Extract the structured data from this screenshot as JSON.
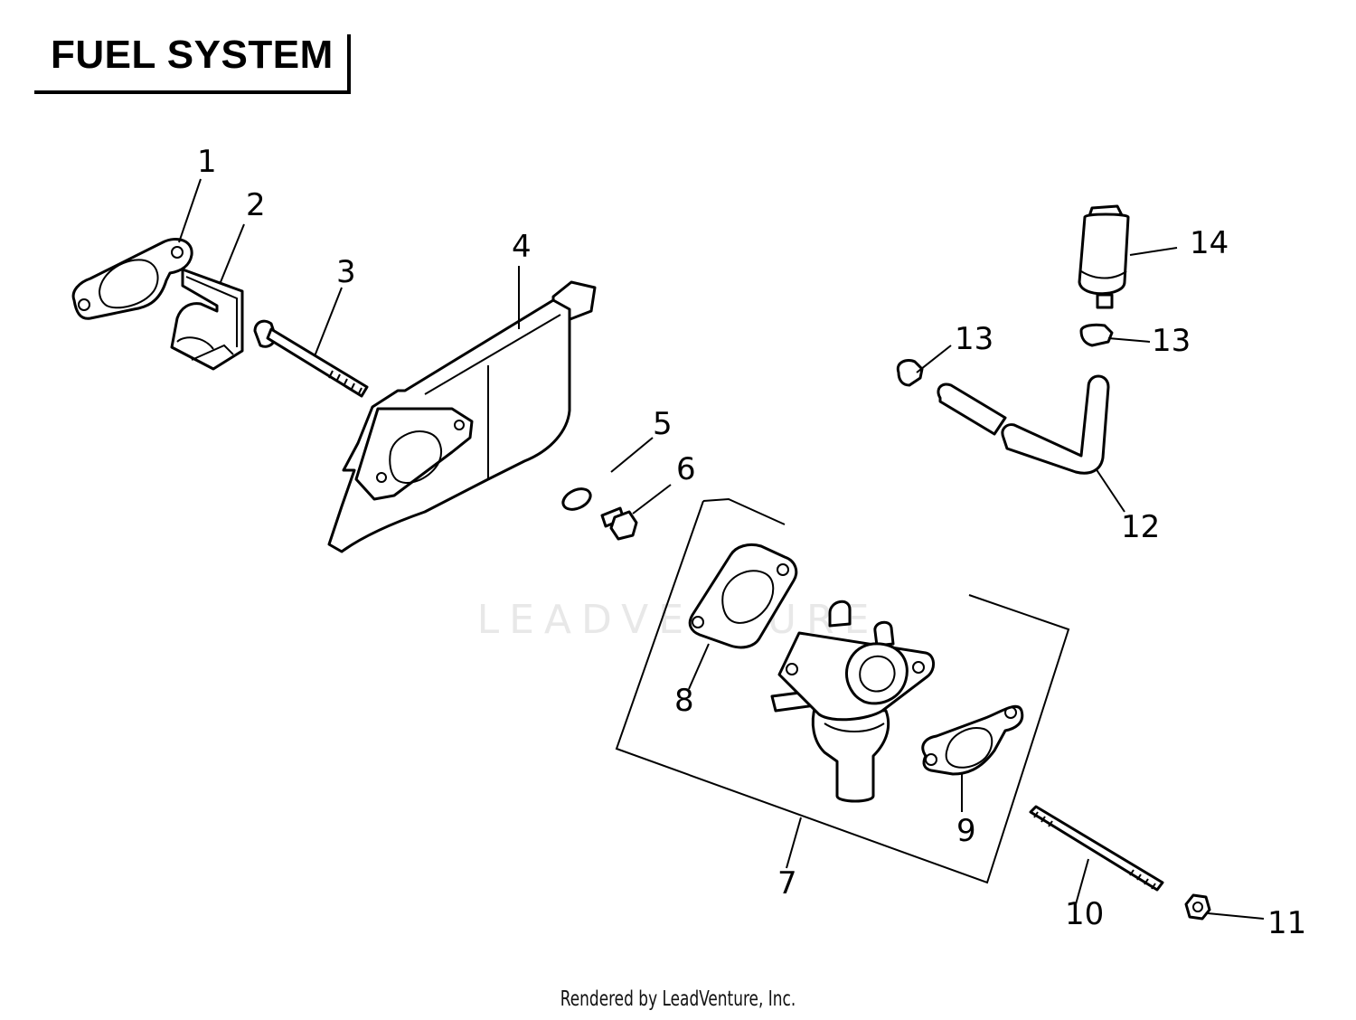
{
  "title": "FUEL SYSTEM",
  "footer": "Rendered by LeadVenture, Inc.",
  "watermark": "LEADVENTURE",
  "callouts": {
    "c1": "1",
    "c2": "2",
    "c3": "3",
    "c4": "4",
    "c5": "5",
    "c6": "6",
    "c7": "7",
    "c8": "8",
    "c9": "9",
    "c10": "10",
    "c11": "11",
    "c12": "12",
    "c13a": "13",
    "c13b": "13",
    "c14": "14"
  }
}
